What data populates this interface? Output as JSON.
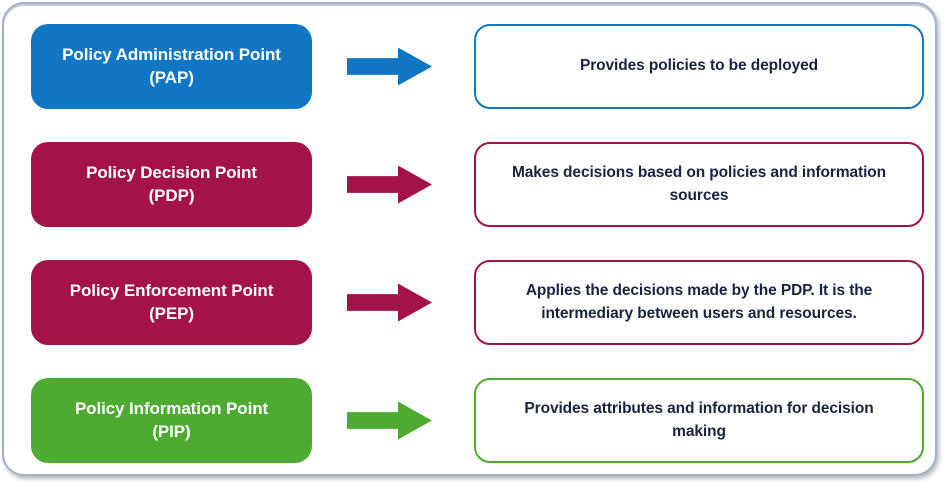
{
  "diagram": {
    "title": "Policy points diagram",
    "frame": {
      "background": "#ffffff",
      "border_color": "#a6b0c3"
    },
    "description_text_color": "#1b2240",
    "label_text_color": "#ffffff",
    "rows": [
      {
        "id": "pap",
        "title": "Policy Administration Point",
        "abbr": "(PAP)",
        "description": "Provides policies to be deployed",
        "color": "#1176c4"
      },
      {
        "id": "pdp",
        "title": "Policy Decision Point",
        "abbr": "(PDP)",
        "description": "Makes decisions based on policies and information sources",
        "color": "#a31248"
      },
      {
        "id": "pep",
        "title": "Policy Enforcement Point",
        "abbr": "(PEP)",
        "description": "Applies the decisions made by the PDP. It is the intermediary between users and resources.",
        "color": "#a31248"
      },
      {
        "id": "pip",
        "title": "Policy Information Point",
        "abbr": "(PIP)",
        "description": "Provides attributes and information for decision making",
        "color": "#4cab30"
      }
    ]
  }
}
